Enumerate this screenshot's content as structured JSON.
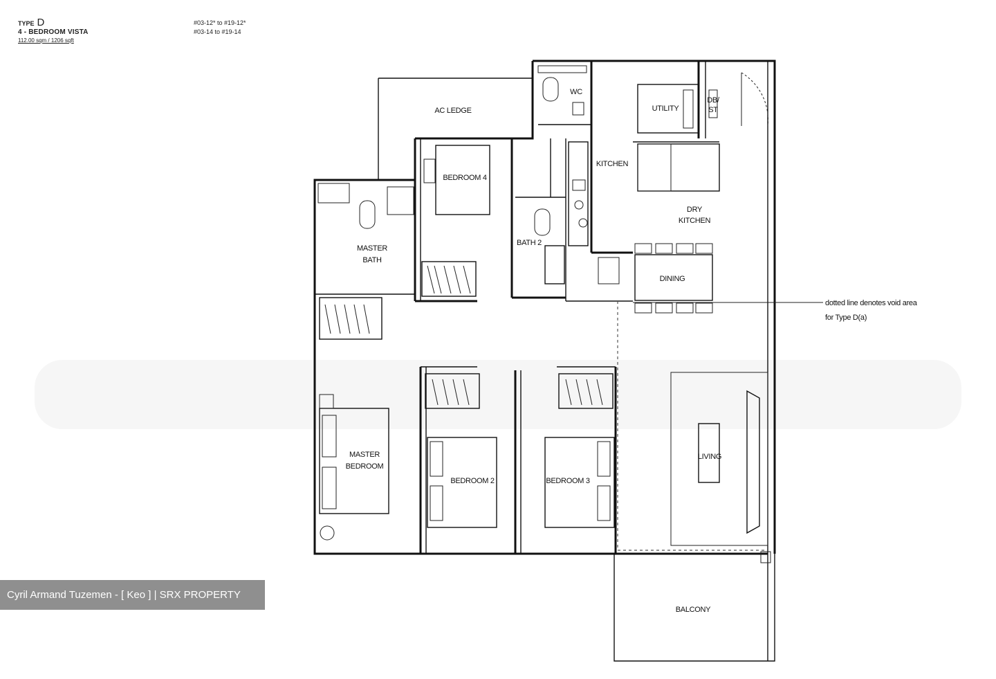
{
  "header": {
    "type_prefix": "TYPE",
    "type_letter": "D",
    "unit_name": "4 - BEDROOM VISTA",
    "area": "112.00 sqm / 1206 sqft",
    "units_line_1": "#03-12* to #19-12*",
    "units_line_2": "#03-14 to #19-14"
  },
  "rooms": {
    "acledge": "AC LEDGE",
    "wc": "WC",
    "utility": "UTILITY",
    "dbst_1": "DB/",
    "dbst_2": "ST",
    "kitchen": "KITCHEN",
    "dry_kitchen_1": "DRY",
    "dry_kitchen_2": "KITCHEN",
    "bedroom4": "BEDROOM 4",
    "bath2": "BATH 2",
    "master_bath_1": "MASTER",
    "master_bath_2": "BATH",
    "dining": "DINING",
    "master_bedroom_1": "MASTER",
    "master_bedroom_2": "BEDROOM",
    "bedroom2": "BEDROOM 2",
    "bedroom3": "BEDROOM 3",
    "living": "LIVING",
    "balcony": "BALCONY"
  },
  "note": {
    "line_1": "dotted line denotes void area",
    "line_2": "for Type D(a)"
  },
  "credit": "Cyril Armand Tuzemen - [ Keo ] | SRX PROPERTY"
}
